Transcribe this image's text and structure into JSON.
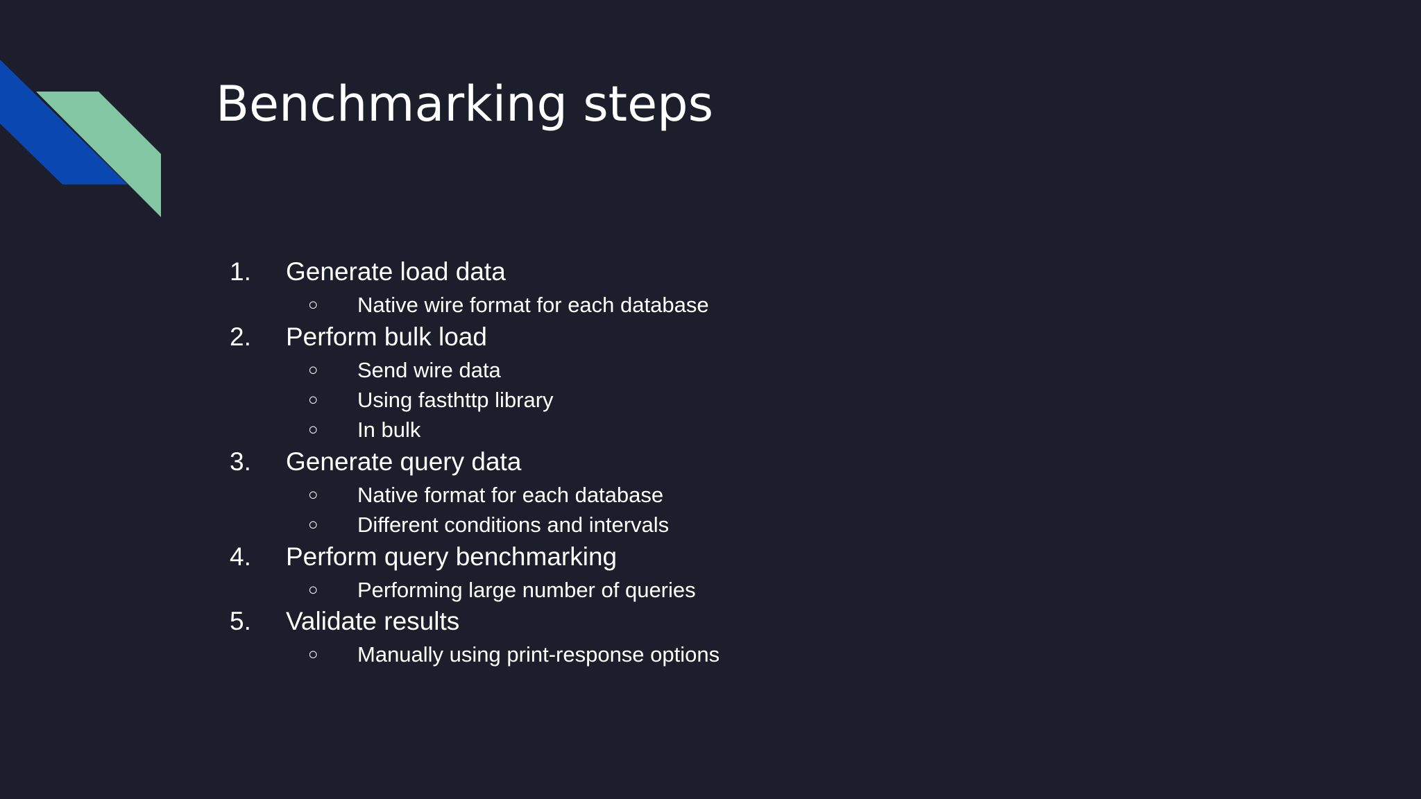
{
  "slide": {
    "title": "Benchmarking steps",
    "accent_colors": {
      "blue": "#0a47b0",
      "green": "#83c6a4"
    },
    "background": "#1c1f2b",
    "bullet_glyph": "○",
    "steps": [
      {
        "number": "1.",
        "label": "Generate load data",
        "subitems": [
          "Native wire format for each database"
        ]
      },
      {
        "number": "2.",
        "label": "Perform bulk load",
        "subitems": [
          "Send wire data",
          "Using fasthttp library",
          "In bulk"
        ]
      },
      {
        "number": "3.",
        "label": "Generate query data",
        "subitems": [
          "Native format for each database",
          "Different conditions and intervals"
        ]
      },
      {
        "number": "4.",
        "label": "Perform query benchmarking",
        "subitems": [
          "Performing large number of queries"
        ]
      },
      {
        "number": "5.",
        "label": "Validate results",
        "subitems": [
          "Manually using print-response options"
        ]
      }
    ]
  }
}
